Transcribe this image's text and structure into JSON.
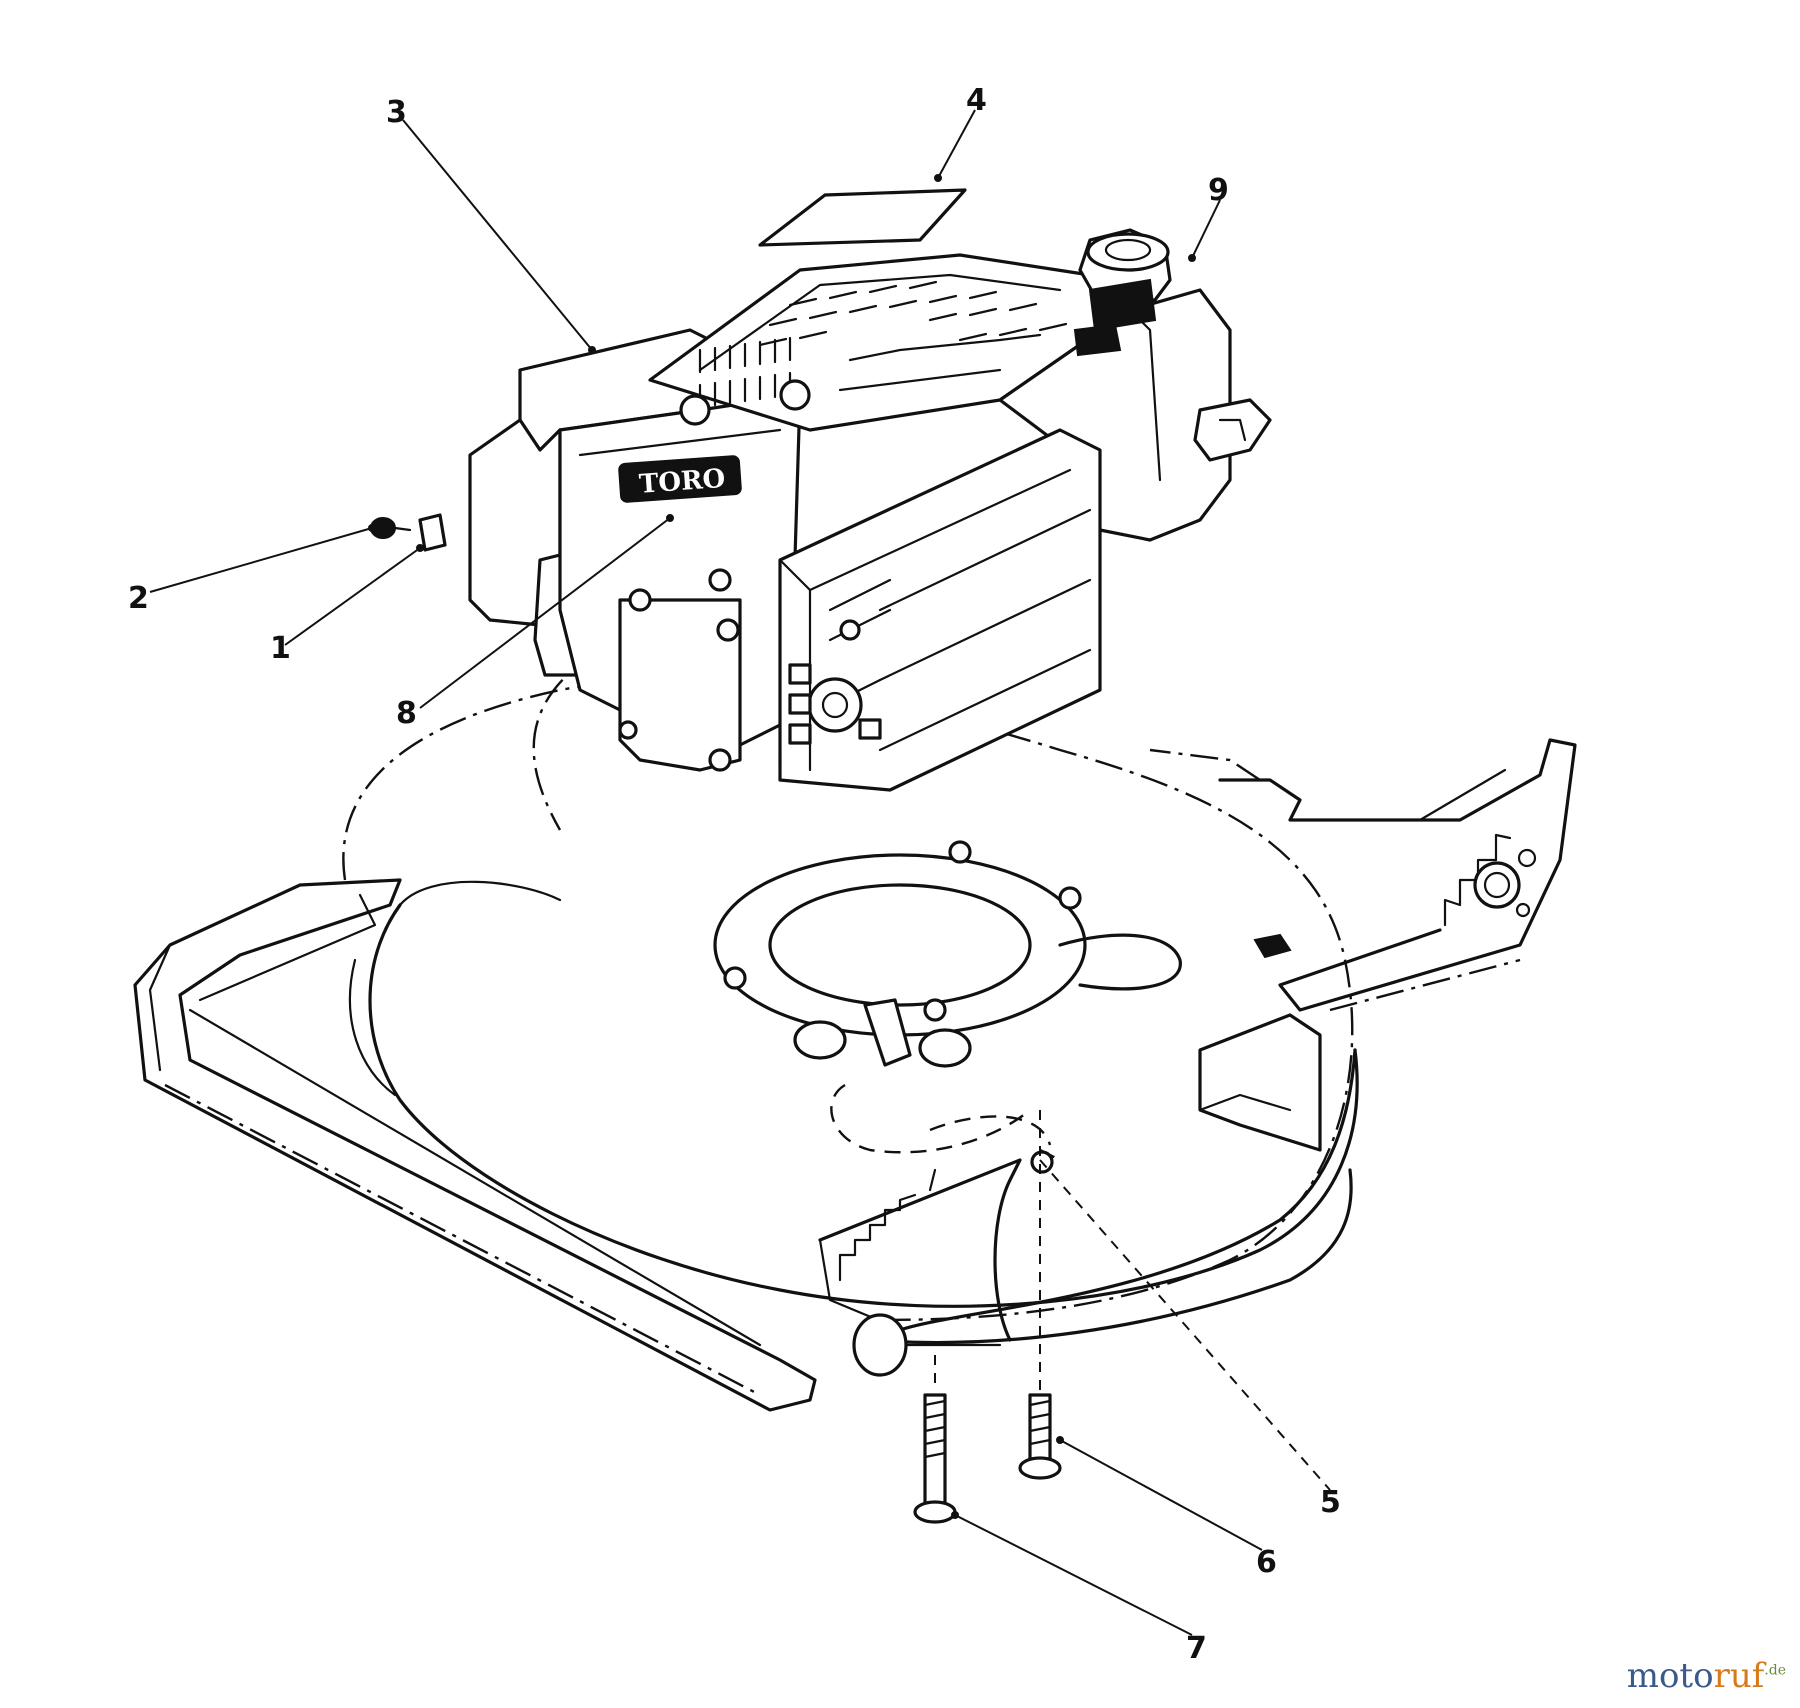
{
  "callouts": [
    {
      "id": "1",
      "label": "1"
    },
    {
      "id": "2",
      "label": "2"
    },
    {
      "id": "3",
      "label": "3"
    },
    {
      "id": "4",
      "label": "4"
    },
    {
      "id": "5",
      "label": "5"
    },
    {
      "id": "6",
      "label": "6"
    },
    {
      "id": "7",
      "label": "7"
    },
    {
      "id": "8",
      "label": "8"
    },
    {
      "id": "9",
      "label": "9"
    }
  ],
  "engine_badge": "TORO",
  "watermark": {
    "part1": "moto",
    "part2": "ruf",
    "suffix": ".de"
  }
}
